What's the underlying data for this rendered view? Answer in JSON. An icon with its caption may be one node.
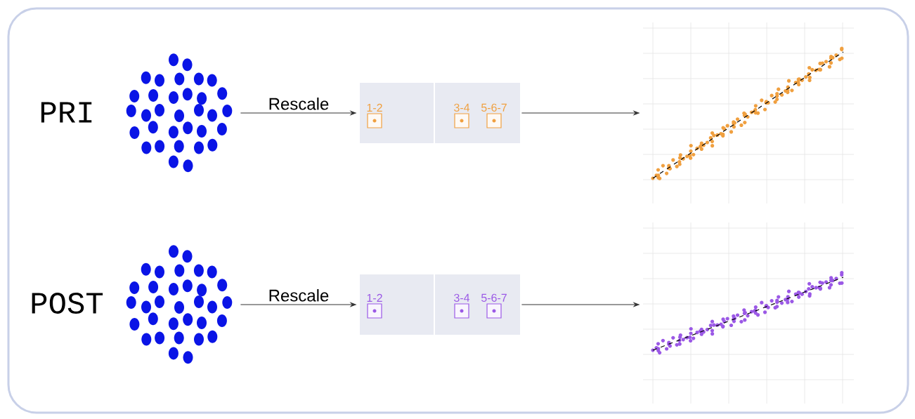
{
  "diagram": {
    "nodes": [
      {
        "text": [],
        "shape": "picture"
      },
      {
        "text": [],
        "shape": "box"
      },
      {
        "text": [
          "1-2"
        ],
        "in": 1
      },
      {
        "text": [
          "3-4"
        ],
        "in": 1
      },
      {
        "text": [
          "5-6-7"
        ],
        "in": 1
      },
      {
        "text": [],
        "shape": "picture"
      },
      {
        "text": [],
        "shape": "picture"
      },
      {
        "text": [],
        "shape": "box"
      },
      {
        "text": [
          "1-2"
        ],
        "in": 7
      },
      {
        "text": [
          "3-4"
        ],
        "in": 7
      },
      {
        "text": [
          "5-6-7"
        ],
        "in": 7
      },
      {
        "text": [],
        "shape": "picture"
      }
    ],
    "edges": [
      {
        "from": 0,
        "to": 1,
        "arrow": "to",
        "label": "Rescale"
      },
      {
        "from": 1,
        "to": 5,
        "arrow": "to"
      },
      {
        "from": 6,
        "to": 7,
        "arrow": "to",
        "label": "Rescale"
      },
      {
        "from": 7,
        "to": 11,
        "arrow": "to"
      }
    ],
    "labels": [
      "PRI",
      "POST"
    ]
  }
}
